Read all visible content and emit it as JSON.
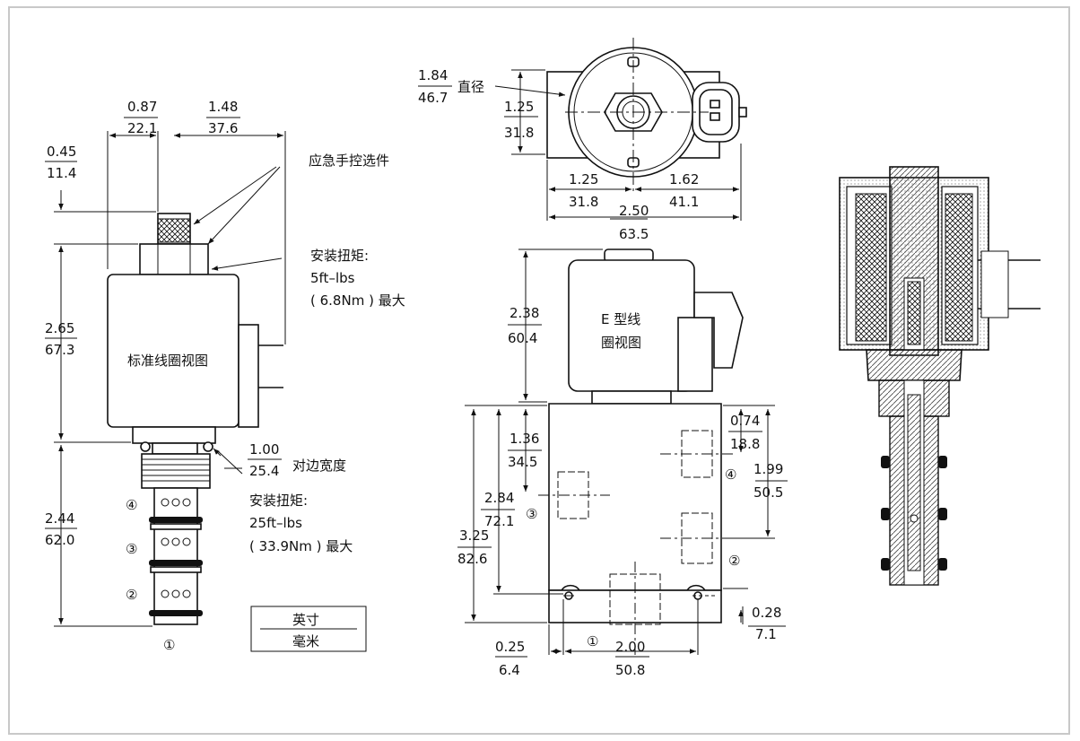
{
  "colors": {
    "frame": "#c8c8c8",
    "line": "#111111",
    "section_fill": "#e6e6e6",
    "hatch": "#444444"
  },
  "left_view": {
    "top_width": {
      "inch": "0.87",
      "mm": "22.1"
    },
    "right_width": {
      "inch": "1.48",
      "mm": "37.6"
    },
    "cap_height": {
      "inch": "0.45",
      "mm": "11.4"
    },
    "coil_height": {
      "inch": "2.65",
      "mm": "67.3"
    },
    "stem_height": {
      "inch": "2.44",
      "mm": "62.0"
    },
    "hex": {
      "inch": "1.00",
      "mm": "25.4",
      "label": "对边宽度"
    },
    "manual_override": "应急手控选件",
    "torque_top": {
      "title": "安装扭矩:",
      "lbs": "5ft–lbs",
      "nm": "( 6.8Nm ) 最大"
    },
    "torque_bottom": {
      "title": "安装扭矩:",
      "lbs": "25ft–lbs",
      "nm": "( 33.9Nm ) 最大"
    },
    "coil_label": "标准线圈视图",
    "ports": [
      "④",
      "③",
      "②",
      "①"
    ]
  },
  "legend": {
    "top": "英寸",
    "bottom": "毫米"
  },
  "top_view": {
    "diameter": {
      "inch": "1.84",
      "mm": "46.7",
      "label": "直径"
    },
    "height": {
      "inch": "1.25",
      "mm": "31.8"
    },
    "left": {
      "inch": "1.25",
      "mm": "31.8"
    },
    "right": {
      "inch": "1.62",
      "mm": "41.1"
    },
    "total": {
      "inch": "2.50",
      "mm": "63.5"
    }
  },
  "front_view": {
    "coil_label_1": "E 型线",
    "coil_label_2": "圈视图",
    "coil_height": {
      "inch": "2.38",
      "mm": "60.4"
    },
    "d136": {
      "inch": "1.36",
      "mm": "34.5"
    },
    "d284": {
      "inch": "2.84",
      "mm": "72.1"
    },
    "d325": {
      "inch": "3.25",
      "mm": "82.6"
    },
    "d074": {
      "inch": "0.74",
      "mm": "18.8"
    },
    "d199": {
      "inch": "1.99",
      "mm": "50.5"
    },
    "d028": {
      "inch": "0.28",
      "mm": "7.1"
    },
    "d025": {
      "inch": "0.25",
      "mm": "6.4"
    },
    "d200": {
      "inch": "2.00",
      "mm": "50.8"
    },
    "ports": [
      "④",
      "③",
      "②",
      "①"
    ]
  }
}
